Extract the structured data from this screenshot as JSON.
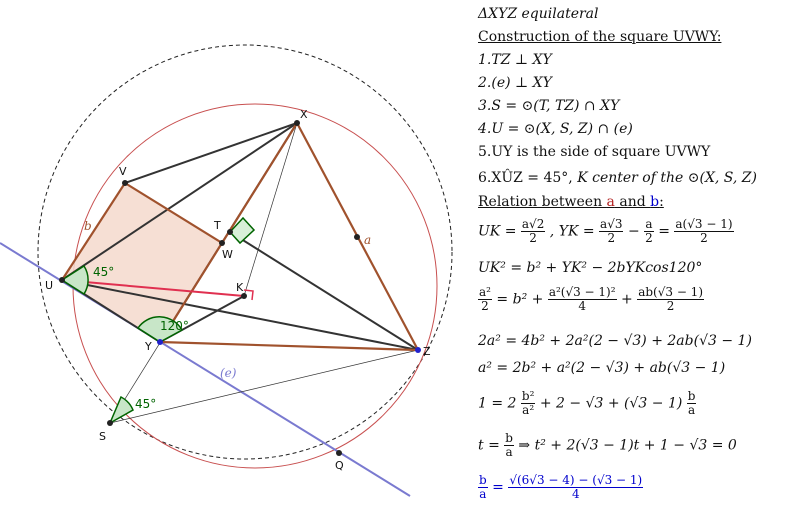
{
  "figure": {
    "points": {
      "X": "X",
      "Y": "Y",
      "Z": "Z",
      "U": "U",
      "V": "V",
      "W": "W",
      "T": "T",
      "K": "K",
      "S": "S",
      "Q": "Q"
    },
    "angle_U": "45°",
    "angle_Y": "120°",
    "angle_S": "45°",
    "side_a": "a",
    "side_b": "b",
    "line_e": "(e)"
  },
  "text": {
    "title": "ΔXYZ equilateral",
    "construction_heading": "Construction of the square UVWY:",
    "step1": "1.TZ ⊥ XY",
    "step2": "2.(e) ⊥ XY",
    "step3": "3.S = ⊙(T, TZ) ∩ XY",
    "step4": "4.U = ⊙(X, S, Z) ∩ (e)",
    "step5": "5.UY is the side of square UVWY",
    "step6a": "6.XÛZ = 45°,",
    "step6b": "K center of the ⊙(X, S, Z)",
    "relation_prefix": "Relation between ",
    "relation_a": "a",
    "relation_and": " and ",
    "relation_b": "b",
    "relation_suffix": ":",
    "eq1_a": "UK =",
    "eq1_f1n": "a√2",
    "eq1_f1d": "2",
    "eq1_b": ", YK =",
    "eq1_f2n": "a√3",
    "eq1_f2d": "2",
    "eq1_c": "−",
    "eq1_f3n": "a",
    "eq1_f3d": "2",
    "eq1_d": "=",
    "eq1_f4n": "a(√3 − 1)",
    "eq1_f4d": "2",
    "eq2": "UK² = b² + YK² − 2bYKcos120°",
    "eq3_f1n": "a²",
    "eq3_f1d": "2",
    "eq3_a": "= b² +",
    "eq3_f2n": "a²(√3 − 1)²",
    "eq3_f2d": "4",
    "eq3_b": "+",
    "eq3_f3n": "ab(√3 − 1)",
    "eq3_f3d": "2",
    "eq4": "2a² = 4b² + 2a²(2 − √3) + 2ab(√3 − 1)",
    "eq5": "a² = 2b² + a²(2 − √3) + ab(√3 − 1)",
    "eq6_a": "1 = 2",
    "eq6_f1n": "b²",
    "eq6_f1d": "a²",
    "eq6_b": "+ 2 − √3 + (√3 − 1)",
    "eq6_f2n": "b",
    "eq6_f2d": "a",
    "eq7_a": "t =",
    "eq7_f1n": "b",
    "eq7_f1d": "a",
    "eq7_b": "⇒ t² + 2(√3 − 1)t + 1 − √3 = 0",
    "eq8_f1n": "b",
    "eq8_f1d": "a",
    "eq8_a": "=",
    "eq8_f2n": "√(6√3 − 4) − (√3 − 1)",
    "eq8_f2d": "4"
  },
  "colors": {
    "triangle": "#333333",
    "square_edge": "#a0522d",
    "square_fill": "#f5d9cc",
    "red_circle": "#c85050",
    "line_e": "#7a7ad0",
    "angle_green": "#006400",
    "highlight_red": "#b22222",
    "highlight_blue": "#0000cc"
  }
}
